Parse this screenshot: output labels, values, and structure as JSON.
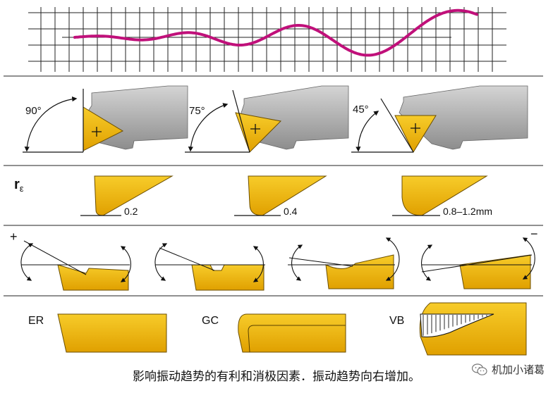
{
  "labels": {
    "angle_90": "90°",
    "angle_75": "75°",
    "angle_45": "45°",
    "nose_symbol": "r",
    "nose_subscript": "ε",
    "radius_small": "0.2",
    "radius_medium": "0.4",
    "radius_large": "0.8–1.2mm",
    "plus": "+",
    "minus": "−",
    "edge_er": "ER",
    "edge_gc": "GC",
    "edge_vb": "VB"
  },
  "caption": "影响振动趋势的有利和消极因素．振动趋势向右增加。",
  "watermark": {
    "text": "机加小诸葛",
    "icon": "wechat-icon"
  },
  "colors": {
    "wave": "#c0107a",
    "insert": "#f2b705",
    "holder": "#9a9a9a",
    "holder_light": "#c8c8c8",
    "line": "#111111"
  }
}
